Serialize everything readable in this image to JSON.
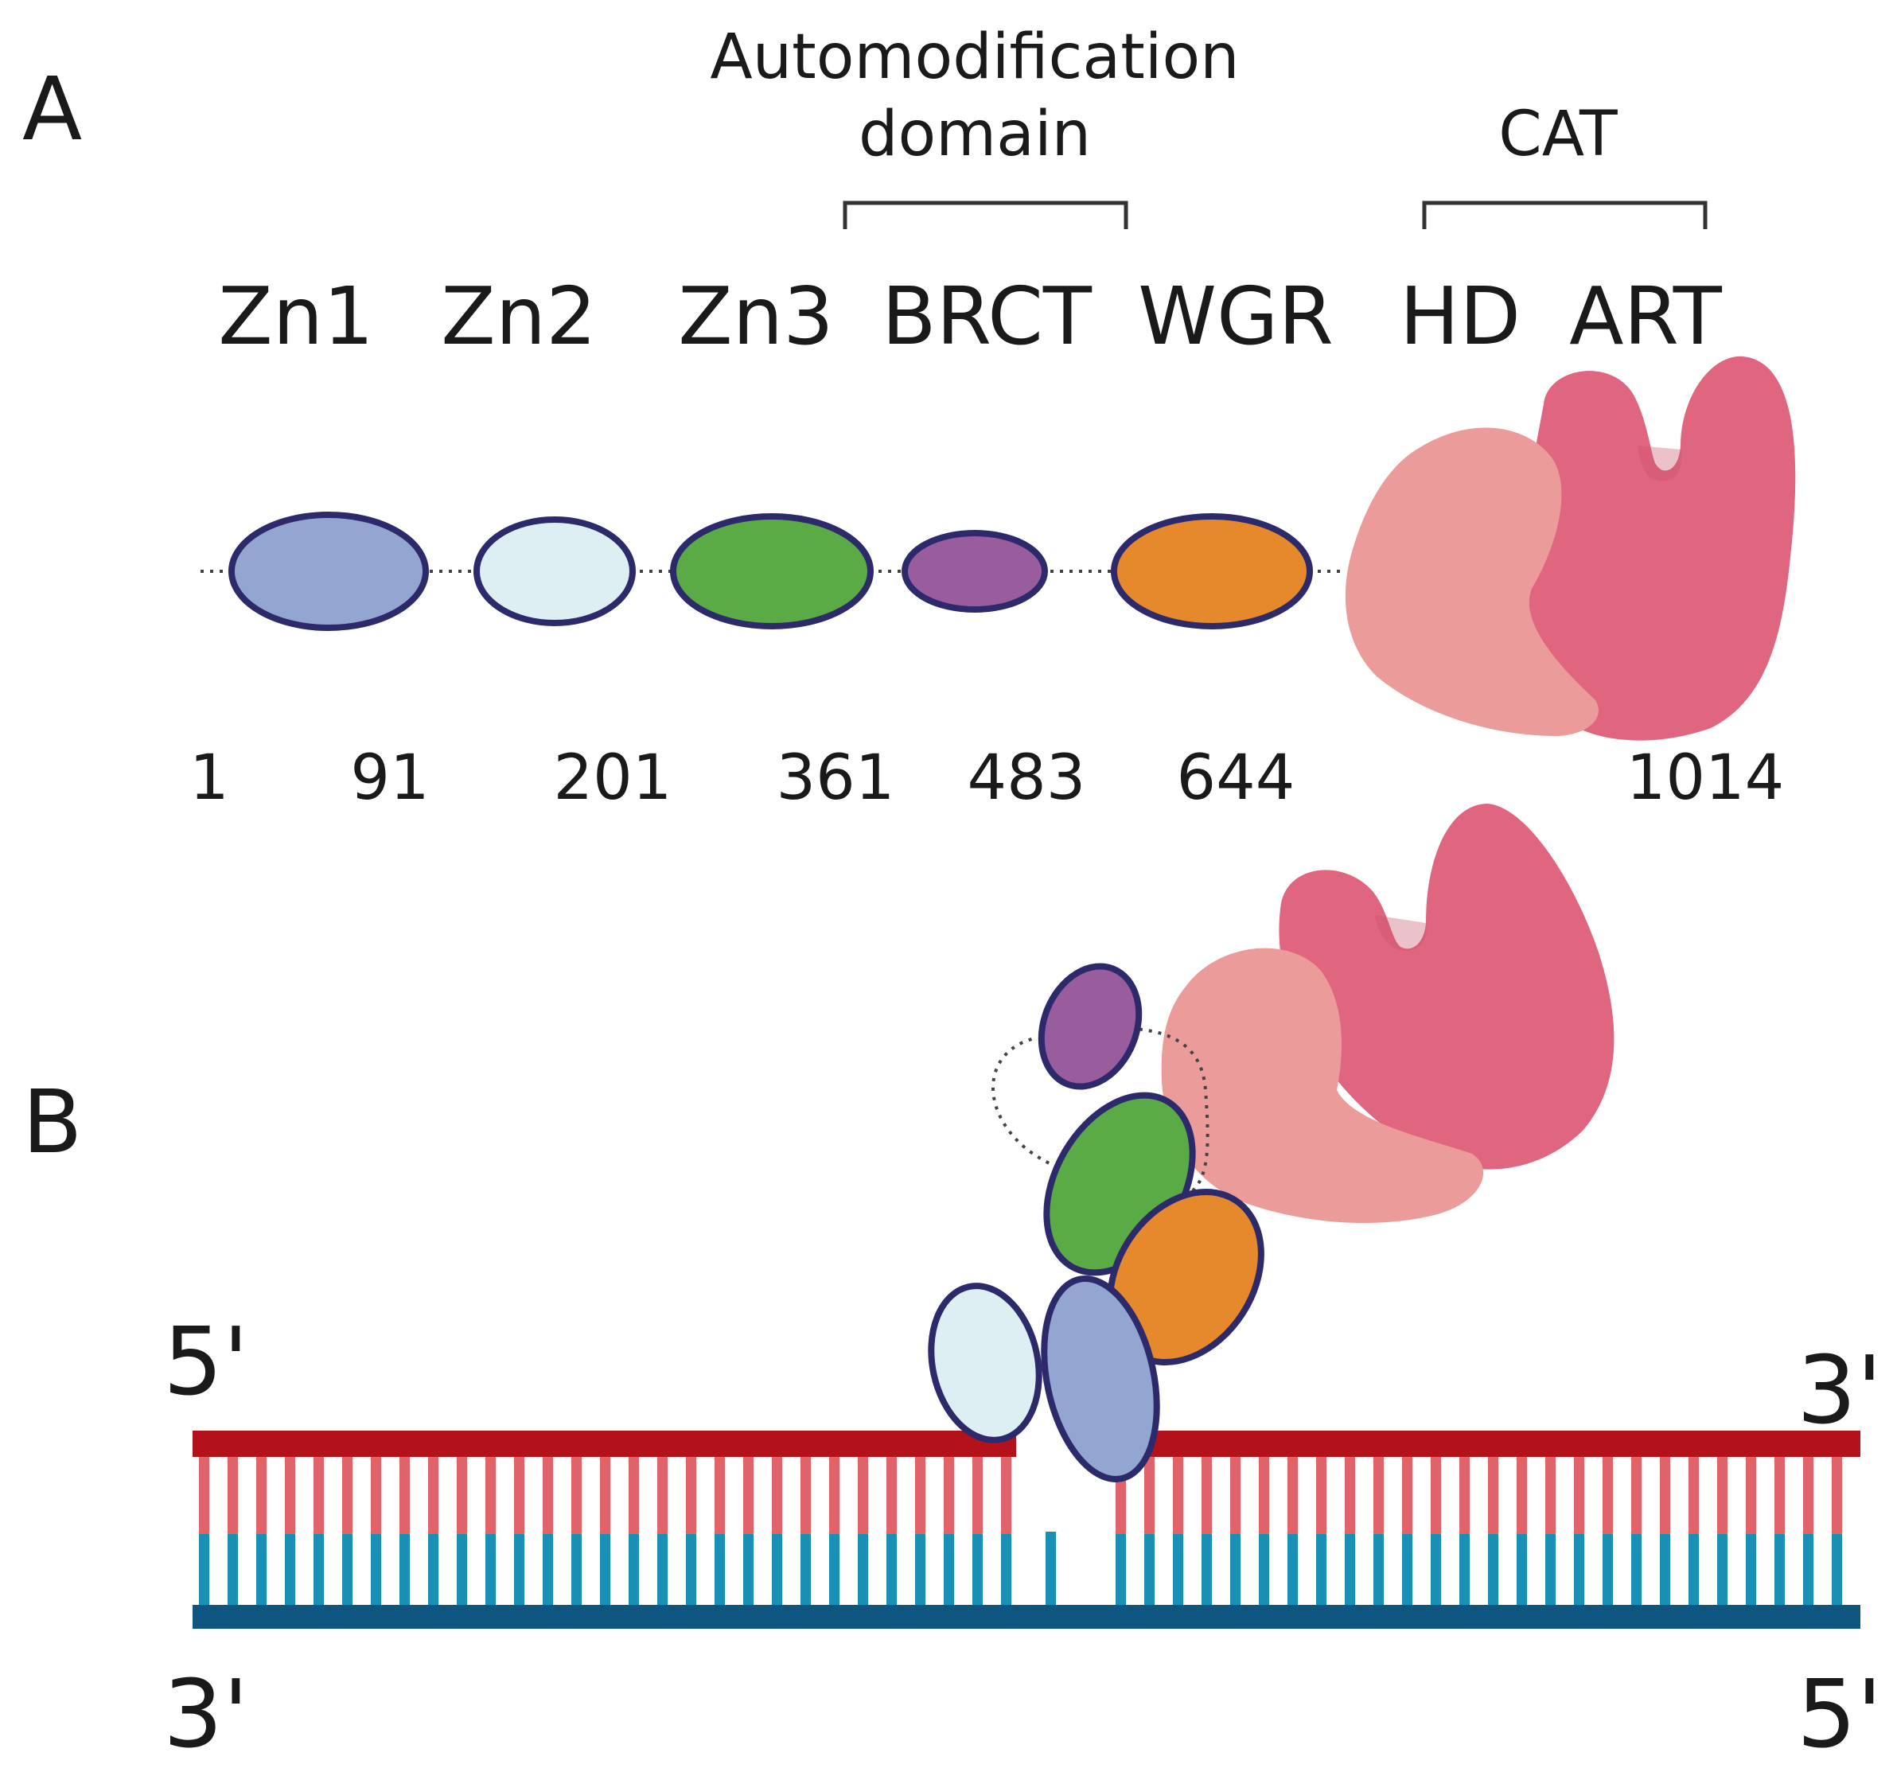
{
  "panels": {
    "a": "A",
    "b": "B"
  },
  "groups": {
    "automod_line1": "Automodification",
    "automod_line2": "domain",
    "cat": "CAT"
  },
  "domains": [
    {
      "label": "Zn1",
      "color": "#93A6D1"
    },
    {
      "label": "Zn2",
      "color": "#DDEFF3"
    },
    {
      "label": "Zn3",
      "color": "#5AAA45"
    },
    {
      "label": "BRCT",
      "color": "#995C9C"
    },
    {
      "label": "WGR",
      "color": "#E6892C"
    },
    {
      "label": "HD",
      "color": "#EB9C9A"
    },
    {
      "label": "ART",
      "color": "#E06680"
    }
  ],
  "positions": [
    "1",
    "91",
    "201",
    "361",
    "483",
    "644",
    "1014"
  ],
  "dna": {
    "top_left": "5'",
    "top_right": "3'",
    "bottom_left": "3'",
    "bottom_right": "5'",
    "top_strand_color": "#B3121A",
    "top_rung_color": "#E0636A",
    "bottom_rung_color": "#1A8FB4",
    "bottom_strand_color": "#0E5680"
  },
  "outline_color": "#2C2A6B"
}
